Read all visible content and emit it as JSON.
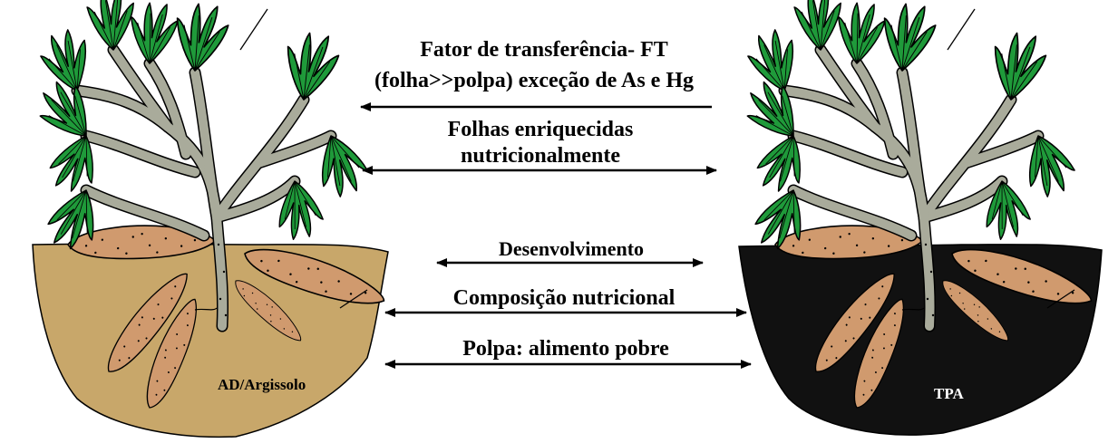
{
  "labels": {
    "ft_line1": "Fator de transferência- FT",
    "ft_line2": "(folha>>polpa) exceção de As e Hg",
    "folhas_line1": "Folhas enriquecidas",
    "folhas_line2": "nutricionalmente",
    "desenvolvimento": "Desenvolvimento",
    "composicao": "Composição nutricional",
    "polpa": "Polpa: alimento pobre"
  },
  "left_plant": {
    "soil_label": "AD/Argissolo",
    "soil_color": "#c8a76a"
  },
  "right_plant": {
    "soil_label": "TPA",
    "soil_color": "#111111"
  },
  "colors": {
    "leaf": "#1f9a3a",
    "stem": "#a9ab9b",
    "root": "#d09a6e",
    "arrow": "#000000"
  }
}
